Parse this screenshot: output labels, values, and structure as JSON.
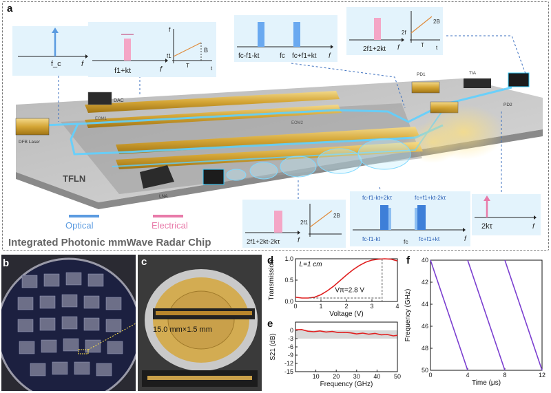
{
  "panel_a": {
    "label": "a",
    "title": "Integrated Photonic mmWave Radar Chip",
    "legend": {
      "optical": "Optical",
      "electrical": "Electrical",
      "optical_color": "#5b9be0",
      "electrical_color": "#e87aa9"
    },
    "components": {
      "dfb": "DFB Laser",
      "dac": "DAC",
      "eom1": "EOM1",
      "eom2": "EOM2",
      "pd1": "PD1",
      "tia": "TIA",
      "lna": "LNA",
      "pd2": "PD2",
      "tflcn": "TFLN"
    },
    "insets": {
      "carrier": {
        "label": "f_c",
        "axis": "f"
      },
      "chirp": {
        "label": "f1+kt",
        "axis": "f",
        "fit_label_f": "f",
        "fit_label_f1": "f1",
        "fit_b": "B",
        "fit_t": "T",
        "fit_taxis": "t"
      },
      "eom_out": {
        "left": "fc-f1-kt",
        "mid": "fc",
        "right": "fc+f1+kt",
        "axis": "f"
      },
      "tx": {
        "label": "2f1+2kt",
        "axis": "f",
        "fit_2f": "2f",
        "fit_2b": "2B",
        "fit_t": "T",
        "fit_taxis": "t"
      },
      "rx_elec": {
        "label": "2f1+2kt-2kτ",
        "axis": "f",
        "fit_2f": "2f1",
        "fit_2b": "2B"
      },
      "rx_opt": {
        "top_left": "fc-f1-kt+2kτ",
        "top_right": "fc+f1+kt-2kτ",
        "bot_left": "fc-f1-kt",
        "bot_mid": "fc",
        "bot_right": "fc+f1+kt",
        "axis": "f"
      },
      "beat": {
        "label": "2kτ",
        "axis": "f"
      }
    }
  },
  "panel_b": {
    "label": "b"
  },
  "panel_c": {
    "label": "c",
    "dimension": "15.0 mm×1.5 mm"
  },
  "panel_d": {
    "label": "d"
  },
  "panel_e": {
    "label": "e"
  },
  "panel_f": {
    "label": "f"
  },
  "chart_data": [
    {
      "type": "line",
      "panel": "d",
      "ylabel": "Transmission",
      "xlabel": "Voltage (V)",
      "xlim": [
        0,
        4
      ],
      "ylim": [
        0,
        1.0
      ],
      "xticks": [
        "0",
        "1",
        "2",
        "3",
        "4"
      ],
      "yticks": [
        "0.0",
        "0.5",
        "1.0"
      ],
      "annotations": [
        "L=1 cm",
        "Vπ=2.8 V"
      ],
      "series": [
        {
          "color": "#e02020",
          "x": [
            0,
            0.25,
            0.5,
            0.75,
            1.0,
            1.25,
            1.5,
            1.75,
            2.0,
            2.25,
            2.5,
            2.75,
            3.0,
            3.25,
            3.5,
            3.75,
            4.0
          ],
          "y": [
            0.1,
            0.08,
            0.08,
            0.1,
            0.16,
            0.25,
            0.36,
            0.49,
            0.62,
            0.74,
            0.84,
            0.92,
            0.97,
            0.99,
            1.0,
            0.99,
            0.95
          ]
        }
      ]
    },
    {
      "type": "line",
      "panel": "e",
      "ylabel": "S21 (dB)",
      "xlabel": "Frequency (GHz)",
      "xlim": [
        0,
        50
      ],
      "ylim": [
        -15,
        3
      ],
      "xticks": [
        "10",
        "20",
        "30",
        "40",
        "50"
      ],
      "yticks": [
        "0",
        "-3",
        "-6",
        "-9",
        "-12",
        "-15"
      ],
      "series": [
        {
          "color": "#e02020",
          "x": [
            0,
            3,
            6,
            9,
            12,
            15,
            18,
            21,
            24,
            27,
            30,
            33,
            36,
            39,
            42,
            45,
            48,
            50
          ],
          "y": [
            0.2,
            0.3,
            -0.3,
            -0.5,
            -0.2,
            -0.6,
            -0.4,
            -0.8,
            -0.7,
            -0.9,
            -1.3,
            -1.0,
            -1.4,
            -1.1,
            -1.6,
            -1.5,
            -2.0,
            -1.8
          ]
        }
      ]
    },
    {
      "type": "line",
      "panel": "f",
      "ylabel": "Frequency (GHz)",
      "xlabel": "Time (μs)",
      "xlim": [
        0,
        12
      ],
      "ylim": [
        40,
        50
      ],
      "xticks": [
        "0",
        "4",
        "8",
        "12"
      ],
      "yticks": [
        "40",
        "42",
        "44",
        "46",
        "48",
        "50"
      ],
      "series": [
        {
          "color": "#7b3fd0",
          "x": [
            0,
            4
          ],
          "y": [
            40,
            50
          ]
        },
        {
          "color": "#7b3fd0",
          "x": [
            4,
            8
          ],
          "y": [
            40,
            50
          ]
        },
        {
          "color": "#7b3fd0",
          "x": [
            8,
            12
          ],
          "y": [
            40,
            50
          ]
        }
      ]
    }
  ]
}
